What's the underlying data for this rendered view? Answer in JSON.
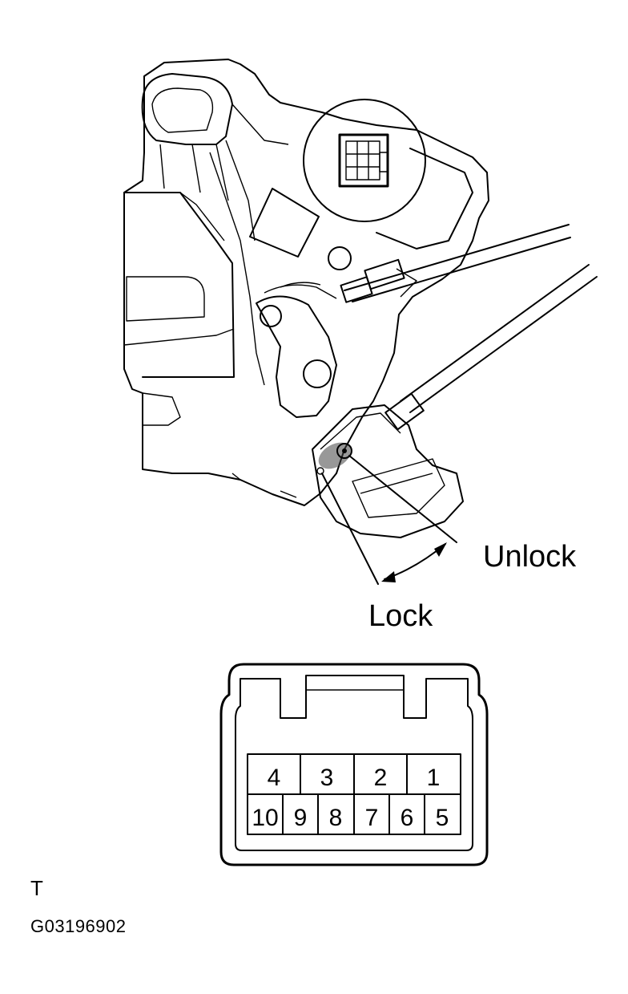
{
  "labels": {
    "unlock": "Unlock",
    "lock": "Lock"
  },
  "connector": {
    "top_row": [
      "4",
      "3",
      "2",
      "1"
    ],
    "bottom_row": [
      "10",
      "9",
      "8",
      "7",
      "6",
      "5"
    ]
  },
  "footer": {
    "letter": "T",
    "figure_code": "G03196902"
  }
}
